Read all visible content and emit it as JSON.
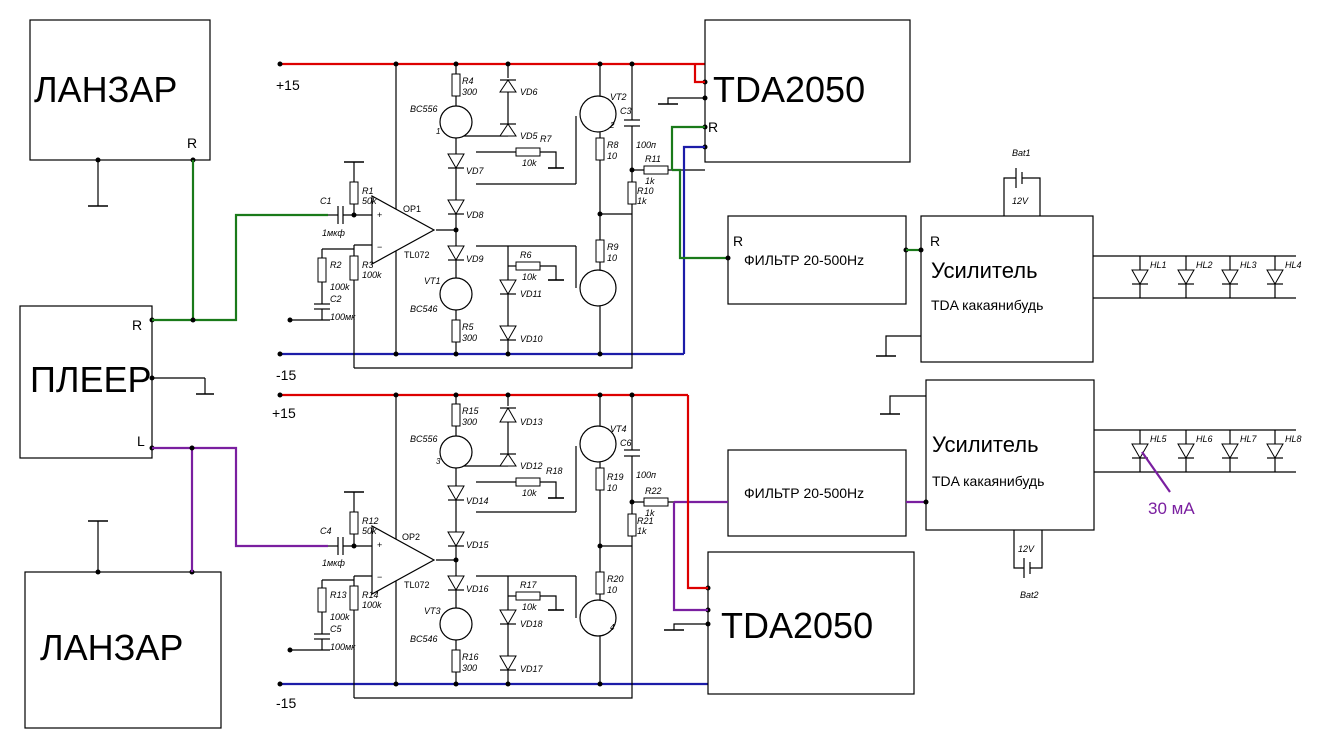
{
  "blocks": {
    "lanzar_top": "ЛАНЗАР",
    "lanzar_bottom": "ЛАНЗАР",
    "player": "ПЛЕЕР",
    "tda_top": "TDA2050",
    "tda_bottom": "TDA2050",
    "filter_top": "ФИЛЬТР 20-500Hz",
    "filter_bottom": "ФИЛЬТР 20-500Hz",
    "amp_top_title": "Усилитель",
    "amp_top_sub": "TDA какаянибудь",
    "amp_bottom_title": "Усилитель",
    "amp_bottom_sub": "TDA какаянибудь"
  },
  "pins": {
    "lanzar_top_r": "R",
    "player_r": "R",
    "player_l": "L",
    "tda_top_r": "R",
    "filter_top_r": "R",
    "amp_top_r": "R"
  },
  "rails": {
    "top_plus": "+15",
    "top_minus": "-15",
    "bottom_plus": "+15",
    "bottom_minus": "-15"
  },
  "note": "30 мА",
  "batteries": {
    "bat1": "Bat1",
    "bat1_v": "12V",
    "bat2": "Bat2",
    "bat2_v": "12V"
  },
  "top_channel": {
    "r1": "R1",
    "r1_v": "50k",
    "r2": "R2",
    "r2_v": "100k",
    "r3": "R3",
    "r3_v": "100k",
    "r4": "R4",
    "r4_v": "300",
    "r5": "R5",
    "r5_v": "300",
    "r6": "R6",
    "r6_v": "10k",
    "r7": "R7",
    "r7_v": "10k",
    "r8": "R8",
    "r8_v": "10",
    "r9": "R9",
    "r9_v": "10",
    "r10": "R10",
    "r10_v": "1k",
    "r11": "R11",
    "r11_v": "1k",
    "c1": "C1",
    "c1_v": "1мкф",
    "c2": "C2",
    "c2_v": "100мк",
    "c3": "C3",
    "c3_v": "100п",
    "op": "OP1",
    "op_model": "TL072",
    "vt1": "VT1",
    "vt1_model": "BC546",
    "vt2": "VT2",
    "q_pnp": "BC556",
    "q_pnp_pin": "1",
    "vt2_pin": "2",
    "vd5": "VD5",
    "vd6": "VD6",
    "vd7": "VD7",
    "vd8": "VD8",
    "vd9": "VD9",
    "vd10": "VD10",
    "vd11": "VD11"
  },
  "bottom_channel": {
    "r12": "R12",
    "r12_v": "50k",
    "r13": "R13",
    "r13_v": "100k",
    "r14": "R14",
    "r14_v": "100k",
    "r15": "R15",
    "r15_v": "300",
    "r16": "R16",
    "r16_v": "300",
    "r17": "R17",
    "r17_v": "10k",
    "r18": "R18",
    "r18_v": "10k",
    "r19": "R19",
    "r19_v": "10",
    "r20": "R20",
    "r20_v": "10",
    "r21": "R21",
    "r21_v": "1k",
    "r22": "R22",
    "r22_v": "1k",
    "c4": "C4",
    "c4_v": "1мкф",
    "c5": "C5",
    "c5_v": "100мк",
    "c6": "C6",
    "c6_v": "100п",
    "op": "OP2",
    "op_model": "TL072",
    "vt3": "VT3",
    "vt3_model": "BC546",
    "vt4": "VT4",
    "q_pnp": "BC556",
    "q_pnp_pin": "3",
    "vt4_pin": "4",
    "vd12": "VD12",
    "vd13": "VD13",
    "vd14": "VD14",
    "vd15": "VD15",
    "vd16": "VD16",
    "vd17": "VD17",
    "vd18": "VD18"
  },
  "leds": {
    "top": [
      "HL1",
      "HL2",
      "HL3",
      "HL4"
    ],
    "bottom": [
      "HL5",
      "HL6",
      "HL7",
      "HL8"
    ]
  }
}
